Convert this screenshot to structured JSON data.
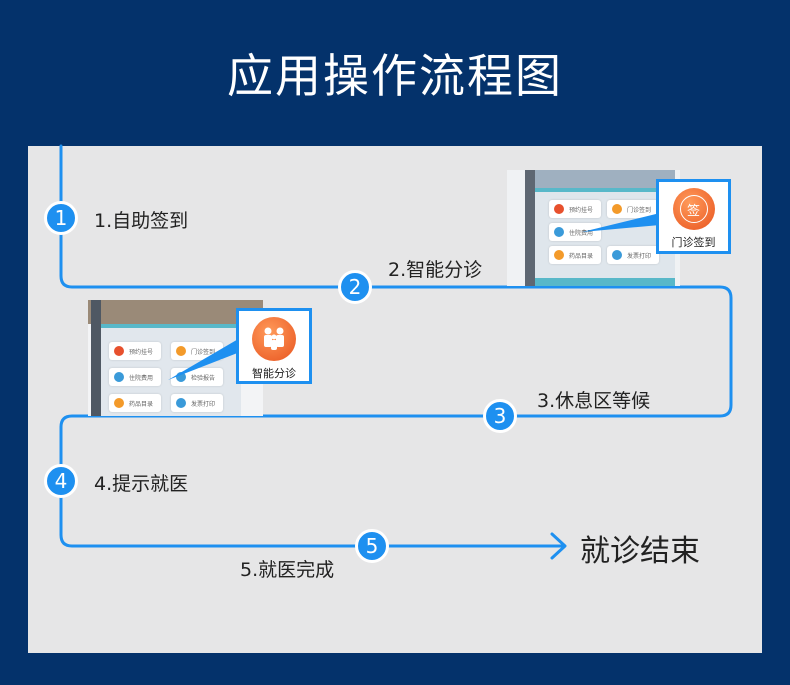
{
  "title": "应用操作流程图",
  "steps": [
    {
      "num": "1",
      "label": "1.自助签到"
    },
    {
      "num": "2",
      "label": "2.智能分诊"
    },
    {
      "num": "3",
      "label": "3.休息区等候"
    },
    {
      "num": "4",
      "label": "4.提示就医"
    },
    {
      "num": "5",
      "label": "5.就医完成"
    }
  ],
  "end_label": "就诊结束",
  "badge_checkin": {
    "glyph": "签",
    "caption": "门诊签到"
  },
  "badge_triage": {
    "caption": "智能分诊"
  },
  "colors": {
    "accent": "#1e90f0",
    "background": "#04326b",
    "panel": "#e6e6e7",
    "badge": "#e8541f"
  }
}
